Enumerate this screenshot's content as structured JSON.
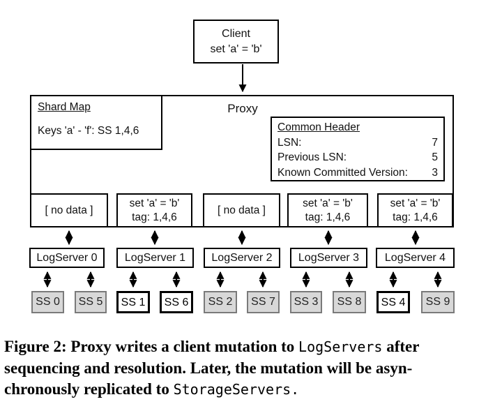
{
  "client": {
    "name": "Client",
    "mutation": "set 'a' = 'b'"
  },
  "proxy": {
    "label": "Proxy",
    "shard_map": {
      "title": "Shard Map",
      "mapping": "Keys 'a' - 'f': SS 1,4,6"
    },
    "common_header": {
      "title": "Common Header",
      "fields": [
        {
          "label": "LSN:",
          "value": "7"
        },
        {
          "label": "Previous LSN:",
          "value": "5"
        },
        {
          "label": "Known Committed Version:",
          "value": "3"
        }
      ]
    },
    "mutation_slots": [
      {
        "line1": "[ no data ]",
        "line2": ""
      },
      {
        "line1": "set 'a' = 'b'",
        "line2": "tag: 1,4,6"
      },
      {
        "line1": "[ no data ]",
        "line2": ""
      },
      {
        "line1": "set 'a' = 'b'",
        "line2": "tag: 1,4,6"
      },
      {
        "line1": "set 'a' = 'b'",
        "line2": "tag: 1,4,6"
      }
    ]
  },
  "log_servers": [
    "LogServer 0",
    "LogServer 1",
    "LogServer 2",
    "LogServer 3",
    "LogServer 4"
  ],
  "storage_servers": [
    {
      "label": "SS 0",
      "highlighted": false
    },
    {
      "label": "SS 5",
      "highlighted": false
    },
    {
      "label": "SS 1",
      "highlighted": true
    },
    {
      "label": "SS 6",
      "highlighted": true
    },
    {
      "label": "SS 2",
      "highlighted": false
    },
    {
      "label": "SS 7",
      "highlighted": false
    },
    {
      "label": "SS 3",
      "highlighted": false
    },
    {
      "label": "SS 8",
      "highlighted": false
    },
    {
      "label": "SS 4",
      "highlighted": true
    },
    {
      "label": "SS 9",
      "highlighted": false
    }
  ],
  "caption": {
    "line1": {
      "text": "Figure 2: Proxy writes a client mutation to ",
      "code": "LogServers",
      "tail": " after"
    },
    "line2": "sequencing and resolution. Later, the mutation will be asyn-",
    "line3": {
      "text": "chronously replicated to ",
      "code": "StorageServers."
    }
  },
  "colors": {
    "box_border": "#000000",
    "ss_gray_bg": "#d8d8d8",
    "ss_gray_border": "#7a7a7a"
  }
}
